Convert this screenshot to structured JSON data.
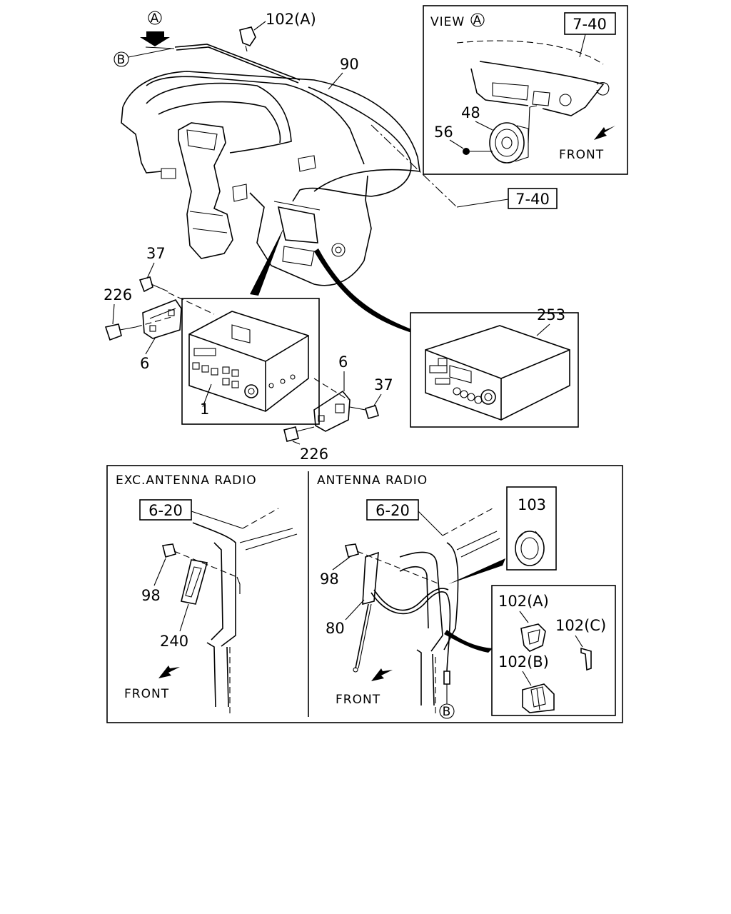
{
  "labels": {
    "view_a_marker": "A",
    "view_b_marker": "B",
    "part_102a": "102(A)",
    "part_90": "90",
    "view_a_title": "VIEW",
    "ref_7_40_top": "7-40",
    "part_48": "48",
    "part_56": "56",
    "front_view_a": "FRONT",
    "ref_7_40_dash": "7-40",
    "part_37_left": "37",
    "part_226_left": "226",
    "part_6_left": "6",
    "part_1": "1",
    "part_6_right": "6",
    "part_37_right": "37",
    "part_226_bottom": "226",
    "part_253": "253",
    "exc_title": "EXC.ANTENNA RADIO",
    "ref_6_20_left": "6-20",
    "part_98_left": "98",
    "part_240": "240",
    "front_left": "FRONT",
    "ant_title": "ANTENNA RADIO",
    "ref_6_20_right": "6-20",
    "part_103": "103",
    "part_98_right": "98",
    "part_80": "80",
    "part_102a_detail": "102(A)",
    "part_102c_detail": "102(C)",
    "part_102b_detail": "102(B)",
    "front_right": "FRONT",
    "b_marker_bottom": "B"
  }
}
